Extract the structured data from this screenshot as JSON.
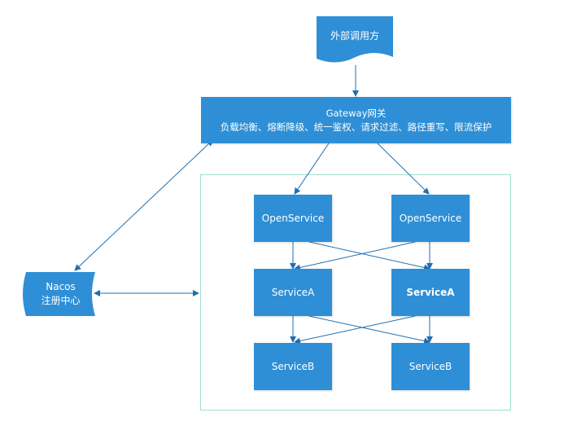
{
  "external_caller": {
    "label": "外部调用方"
  },
  "gateway": {
    "title": "Gateway网关",
    "features": "负载均衡、熔断降级、统一鉴权、请求过滤、路径重写、限流保护"
  },
  "nacos": {
    "name": "Nacos",
    "subtitle": "注册中心"
  },
  "services": {
    "open_left": "OpenService",
    "open_right": "OpenService",
    "a_left": "ServiceA",
    "a_right": "ServiceA",
    "b_left": "ServiceB",
    "b_right": "ServiceB"
  },
  "colors": {
    "node_fill": "#2e8fd6",
    "edge": "#1f6fb0",
    "container_border": "#9fe0c4"
  }
}
